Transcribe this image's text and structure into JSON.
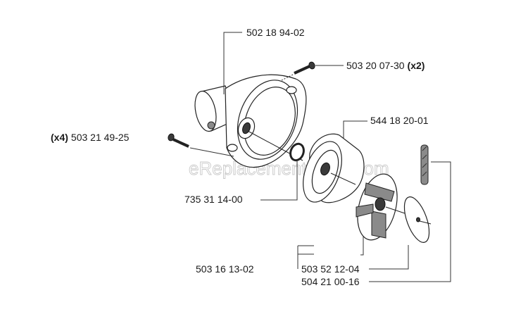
{
  "watermark": "eReplacementParts.com",
  "parts": {
    "housing": {
      "number": "502 18 94-02"
    },
    "screw_top": {
      "number": "503 20 07-30",
      "qty": "(x2)"
    },
    "screw_left": {
      "number": "503 21 49-25",
      "qty": "(x4)"
    },
    "clutch_drum": {
      "number": "544 18 20-01"
    },
    "circlip": {
      "number": "735 31 14-00"
    },
    "bearing": {
      "number": "503 16 13-02"
    },
    "clutch": {
      "number": "503 52 12-04"
    },
    "washer": {
      "number": "504 21 00-16"
    }
  }
}
